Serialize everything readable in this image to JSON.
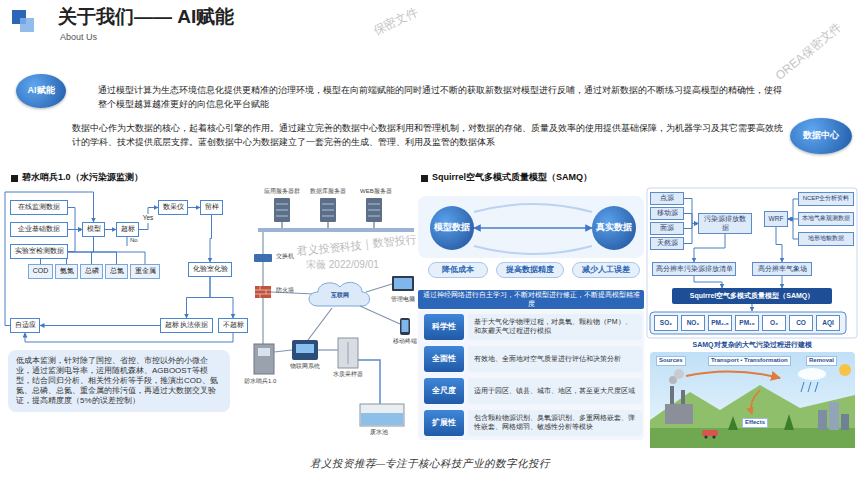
{
  "diagram": {
    "title": "关于我们—— AI赋能",
    "caption": "君义投资推荐—专注于核心科技产业的数字化投行",
    "nodes": [
      {
        "text": [
          "AI赋能"
        ]
      },
      {
        "text": [
          "数据中心"
        ]
      },
      {
        "text": [
          "在线监测数据"
        ]
      },
      {
        "text": [
          "企业基础数据"
        ]
      },
      {
        "text": [
          "实验室检测数据"
        ]
      },
      {
        "text": [
          "模型"
        ]
      },
      {
        "text": [
          "超标"
        ]
      },
      {
        "text": [
          "数采仪"
        ]
      },
      {
        "text": [
          "留样"
        ]
      },
      {
        "text": [
          "化验室化验"
        ]
      },
      {
        "text": [
          "COD"
        ]
      },
      {
        "text": [
          "氨氮"
        ]
      },
      {
        "text": [
          "总磷"
        ]
      },
      {
        "text": [
          "总氮"
        ]
      },
      {
        "text": [
          "重金属"
        ]
      },
      {
        "text": [
          "超标 执法依据"
        ]
      },
      {
        "text": [
          "不超标"
        ]
      },
      {
        "text": [
          "自适应"
        ]
      },
      {
        "text": [
          "低成本监测，针对除了国控、省控、市控以外的小微企业，通过监测电导率，运用随机森林、AGBOOST等模型，结合回归分析、相关性分析等手段，推演出COD、氨氮、总磷、总氮、重金属的排污值，再通过大数据交叉验证，提高精度度（5%的误差控制）"
        ]
      },
      {
        "text": [
          "模型数据"
        ]
      },
      {
        "text": [
          "真实数据"
        ]
      },
      {
        "text": [
          "降低成本"
        ]
      },
      {
        "text": [
          "提高数据精度"
        ]
      },
      {
        "text": [
          "减少人工误差"
        ]
      },
      {
        "text": [
          "通过神经网络进行自主学习，不断对模型进行修正，不断提高模型精准度"
        ]
      },
      {
        "text": [
          "科学性"
        ]
      },
      {
        "text": [
          "基于大气化学物理过程，对臭氧、颗粒物（PM）、和灰霾天气过程进行模拟"
        ]
      },
      {
        "text": [
          "全面性"
        ]
      },
      {
        "text": [
          "有效地、全面地对空气质量进行评估和决策分析"
        ]
      },
      {
        "text": [
          "全尺度"
        ]
      },
      {
        "text": [
          "适用于园区、镇县、城市、地区，甚至更大尺度区域"
        ]
      },
      {
        "text": [
          "扩展性"
        ]
      },
      {
        "text": [
          "包含颗粒物源识别、臭氧源识别、多重网格嵌套、弹性嵌套、网格烟羽、敏感性分析等模块"
        ]
      },
      {
        "text": [
          "点源"
        ]
      },
      {
        "text": [
          "移动源"
        ]
      },
      {
        "text": [
          "面源"
        ]
      },
      {
        "text": [
          "天然源"
        ]
      },
      {
        "text": [
          "污染源排放数据"
        ]
      },
      {
        "text": [
          "NCEP全分析资料"
        ]
      },
      {
        "text": [
          "本地气象观测数据"
        ]
      },
      {
        "text": [
          "地形地貌数据"
        ]
      },
      {
        "text": [
          "WRF"
        ]
      },
      {
        "text": [
          "高分辨率污染源排放清单"
        ]
      },
      {
        "text": [
          "高分辨率气象场"
        ]
      },
      {
        "text": [
          "Squirrel空气多模式质量模型（SAMQ）"
        ]
      },
      {
        "text": [
          "SO₂"
        ]
      },
      {
        "text": [
          "NO₂"
        ]
      },
      {
        "text": [
          "PM₂.₅"
        ]
      },
      {
        "text": [
          "PM₁₀"
        ]
      },
      {
        "text": [
          "O₃"
        ]
      },
      {
        "text": [
          "CO"
        ]
      },
      {
        "text": [
          "AQI"
        ]
      }
    ],
    "edges": [
      {
        "from": 2,
        "to": 5,
        "arrow": "to"
      },
      {
        "from": 3,
        "to": 5,
        "arrow": "to"
      },
      {
        "from": 4,
        "to": 5,
        "arrow": "to"
      },
      {
        "from": 5,
        "to": 6,
        "arrow": "to"
      },
      {
        "from": 6,
        "to": 7,
        "label": "Yes",
        "arrow": "to"
      },
      {
        "from": 7,
        "to": 8,
        "arrow": "to"
      },
      {
        "from": 8,
        "to": 9,
        "arrow": "to"
      },
      {
        "from": 5,
        "to": 10,
        "arrow": "none"
      },
      {
        "from": 5,
        "to": 11,
        "arrow": "none"
      },
      {
        "from": 5,
        "to": 12,
        "arrow": "none"
      },
      {
        "from": 5,
        "to": 13,
        "arrow": "none"
      },
      {
        "from": 5,
        "to": 14,
        "arrow": "none"
      },
      {
        "from": 9,
        "to": 15,
        "arrow": "to"
      },
      {
        "from": 9,
        "to": 16,
        "arrow": "to"
      },
      {
        "from": 15,
        "to": 17,
        "arrow": "to"
      },
      {
        "from": 16,
        "to": 17,
        "arrow": "to"
      },
      {
        "from": 17,
        "to": 5,
        "arrow": "to"
      },
      {
        "from": 19,
        "to": 20,
        "arrow": "both"
      },
      {
        "from": 33,
        "to": 37,
        "arrow": "to"
      },
      {
        "from": 34,
        "to": 37,
        "arrow": "to"
      },
      {
        "from": 35,
        "to": 37,
        "arrow": "to"
      },
      {
        "from": 36,
        "to": 37,
        "arrow": "to"
      },
      {
        "from": 38,
        "to": 41,
        "arrow": "to"
      },
      {
        "from": 39,
        "to": 41,
        "arrow": "to"
      },
      {
        "from": 40,
        "to": 41,
        "arrow": "to"
      },
      {
        "from": 37,
        "to": 42,
        "arrow": "to"
      },
      {
        "from": 41,
        "to": 43,
        "arrow": "to"
      },
      {
        "from": 42,
        "to": 44,
        "arrow": "to"
      },
      {
        "from": 43,
        "to": 44,
        "arrow": "to"
      }
    ],
    "labels": [
      "About Us",
      "通过模型计算为生态环境信息化提供更精准的治理环境，模型在向前端赋能的同时通过不断的获取新数据对模型进行反哺，通过对新数据的不断练习提高模型的精确性，使得整个模型越算越准更好的向信息化平台赋能",
      "数据中心作为大数据的核心，起着核心引擎的作用。通过建立完善的数据中心数据利用和管理机制，对数据的存储、质量及效率的使用提供基础保障，为机器学习及其它需要高效统计的学科、技术提供底层支撑。蓝创数据中心为数据建立了一套完善的生成、管理、利用及监管的数据体系",
      "碧水哨兵1.0（水污染源监测）",
      "Squirrel空气多模式质量模型（SAMQ）",
      "No",
      "应用服务器群",
      "数据库服务器",
      "WEB服务器",
      "交换机",
      "防火墙",
      "互联网",
      "管理电脑",
      "移动终端",
      "碧水哨兵1.0",
      "物联网系统",
      "水质采样器",
      "废水池",
      "SAMQ对复杂的大气污染过程进行建模",
      "Sources",
      "Transport • Transformation",
      "Removal",
      "Effects",
      "君义投资科技｜数智投行",
      "宋薇 2022/09/01",
      "保密文件",
      "OREA保密文件"
    ]
  }
}
